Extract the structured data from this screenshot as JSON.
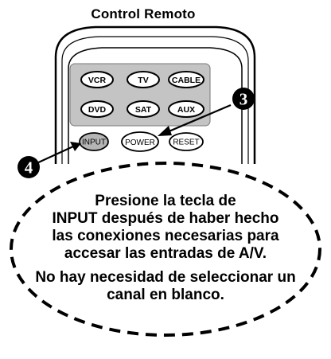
{
  "title": "Control Remoto",
  "remote": {
    "row1": [
      "VCR",
      "TV",
      "CABLE"
    ],
    "row2": [
      "DVD",
      "SAT",
      "AUX"
    ],
    "row3": [
      "INPUT",
      "POWER",
      "RESET"
    ]
  },
  "markers": {
    "three": "3",
    "four": "4"
  },
  "callout": {
    "line1": "Presione la tecla de",
    "line2": "INPUT después de haber hecho",
    "line3": "las conexiones necesarias para",
    "line4": "accesar las entradas de A/V.",
    "note_line1": "No hay necesidad de seleccionar un",
    "note_line2": "canal en blanco."
  }
}
